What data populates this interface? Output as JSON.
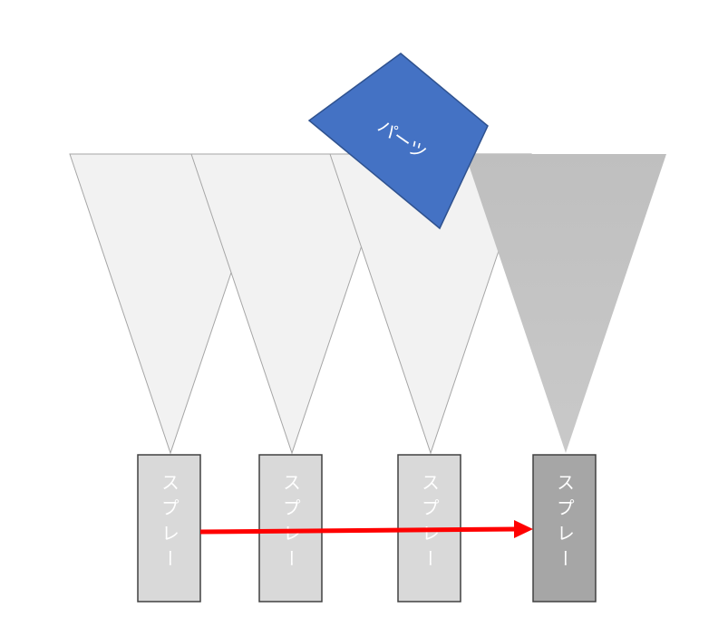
{
  "part": {
    "label": "パーツ",
    "color": "#4472C4"
  },
  "sprays": [
    {
      "label": "スプレー",
      "active": false
    },
    {
      "label": "スプレー",
      "active": false
    },
    {
      "label": "スプレー",
      "active": false
    },
    {
      "label": "スプレー",
      "active": true
    }
  ],
  "colors": {
    "cone_inactive": "#F2F2F2",
    "cone_active": "#BFBFBF",
    "box_inactive": "#D9D9D9",
    "box_active": "#A6A6A6",
    "arrow": "#FF0000"
  }
}
